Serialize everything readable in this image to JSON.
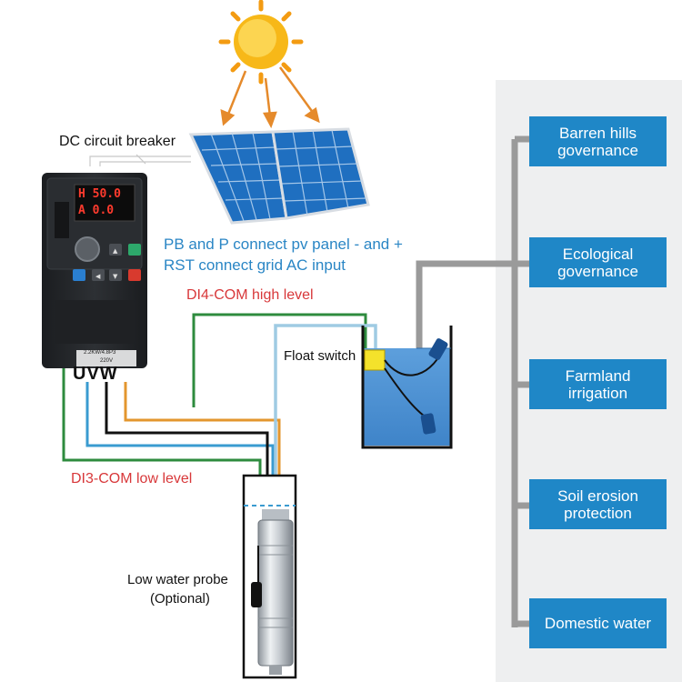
{
  "labels": {
    "dc_breaker": "DC circuit breaker",
    "pv_line1": "PB and P connect pv panel  -  and +",
    "pv_line2": "RST connect grid AC input",
    "di4": "DI4-COM high level",
    "di3": "DI3-COM low level",
    "float_switch": "Float switch",
    "probe_line1": "Low water probe",
    "probe_line2": "(Optional)",
    "uvw": "UVW"
  },
  "inverter": {
    "display_row1": "H  50.0",
    "display_row2": "A  0.0",
    "rating_line1": "2.2KW/4.8P3",
    "rating_line2": "220V"
  },
  "applications": [
    {
      "line1": "Barren hills",
      "line2": "governance"
    },
    {
      "line1": "Ecological",
      "line2": "governance"
    },
    {
      "line1": "Farmland",
      "line2": "irrigation"
    },
    {
      "line1": "Soil erosion",
      "line2": "protection"
    },
    {
      "line1": "Domestic water",
      "line2": ""
    }
  ],
  "colors": {
    "label_red": "#d8383a",
    "label_blue": "#2a86c5",
    "box_blue": "#1f87c7",
    "wire_green": "#2e8b3e",
    "wire_blue": "#3a9bd0",
    "wire_black": "#111111",
    "wire_orange": "#e3962e",
    "pipe_gray": "#9a9a9a",
    "water": "#4a8fd0"
  }
}
